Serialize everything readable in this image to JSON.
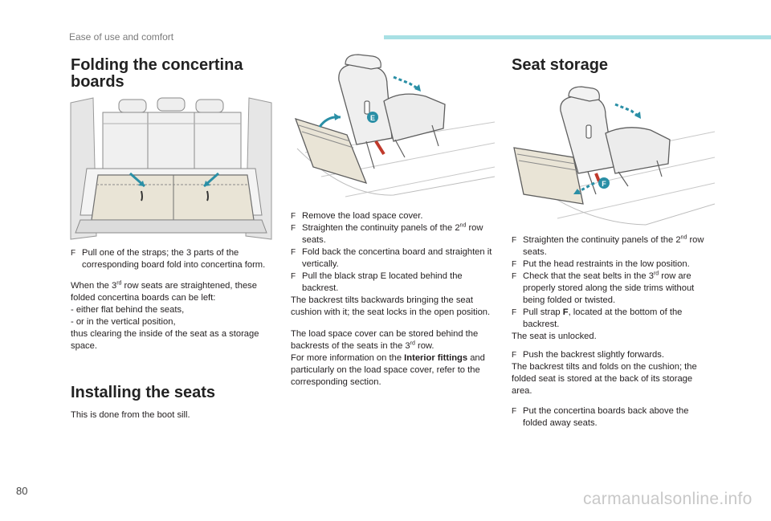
{
  "header": {
    "section": "Ease of use and comfort"
  },
  "folding": {
    "title": "Folding the concertina boards",
    "step1": "Pull one of the straps; the 3 parts of the corresponding board fold into concertina form.",
    "para_pre": "When the 3",
    "para_sup": "rd",
    "para_post": " row seats are straightened, these folded concertina boards can be left:",
    "list": [
      "-  either flat behind the seats,",
      "-  or in the vertical position,"
    ],
    "closing": "thus clearing the inside of the seat as a storage space."
  },
  "installing": {
    "title": "Installing the seats",
    "intro": "This is done from the boot sill.",
    "steps": [
      "Remove the load space cover.",
      "Straighten the continuity panels of the 2",
      "Fold back the concertina board and straighten it vertically.",
      "Pull the black strap E located behind the backrest."
    ],
    "step2_sup": "nd",
    "step2_tail": " row seats.",
    "result": "The backrest tilts backwards bringing the seat cushion with it; the seat locks in the open position.",
    "cover_pre": "The load space cover can be stored behind the backrests of the seats in the 3",
    "cover_sup": "rd",
    "cover_post": " row.",
    "more_pre": "For more information on the ",
    "more_bold": "Interior fittings",
    "more_post": " and particularly on the load space cover, refer to the corresponding section.",
    "callout": "E"
  },
  "storage": {
    "title": "Seat storage",
    "s1_pre": "Straighten the continuity panels of the 2",
    "s1_sup": "nd",
    "s1_post": " row seats.",
    "s2": "Put the head restraints in the low position.",
    "s3_pre": "Check that the seat belts in the 3",
    "s3_sup": "rd",
    "s3_post": " row are properly stored along the side trims without being folded or twisted.",
    "s4_pre": "Pull strap ",
    "s4_bold": "F",
    "s4_post": ", located at the bottom of the backrest.",
    "unlocked": "The seat is unlocked.",
    "s5": "Push the backrest slightly forwards.",
    "result": "The backrest tilts and folds on the cushion; the folded seat is stored at the back of its storage area.",
    "s6": "Put the concertina boards back above the folded away seats.",
    "callout": "F"
  },
  "bullet_glyph": "F",
  "page_number": "80",
  "watermark": "carmanualsonline.info",
  "colors": {
    "accent": "#a8e0e4",
    "callout": "#2a8fa6",
    "strap": "#c0392b"
  }
}
